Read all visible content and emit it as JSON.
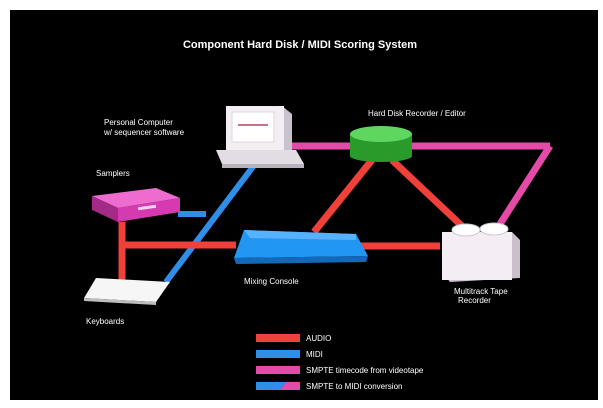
{
  "title": "Component Hard Disk / MIDI Scoring System",
  "components": {
    "pc_line1": "Personal Computer",
    "pc_line2": "w/ sequencer software",
    "samplers": "Samplers",
    "hdr": "Hard Disk Recorder / Editor",
    "mixer": "Mixing Console",
    "tape_line1": "Multitrack Tape",
    "tape_line2": "Recorder",
    "keyboards": "Keyboards"
  },
  "legend": [
    {
      "label": "AUDIO",
      "color": "#f0403a"
    },
    {
      "label": "MIDI",
      "color": "#2f8fe8"
    },
    {
      "label": "SMPTE timecode from videotape",
      "color": "#e64aa8"
    },
    {
      "label": "SMPTE to MIDI conversion",
      "color": "#2f8fe8",
      "color2": "#e64aa8"
    }
  ],
  "colors": {
    "background": "#000000",
    "audio": "#f0403a",
    "midi": "#2f8fe8",
    "smpte": "#e64aa8",
    "pc": "#f2eef2",
    "sampler": "#d63ab0",
    "hdr": "#35c035",
    "mixer": "#2196f3",
    "tape": "#f4eef4",
    "keyboard": "#f6f6f6"
  }
}
